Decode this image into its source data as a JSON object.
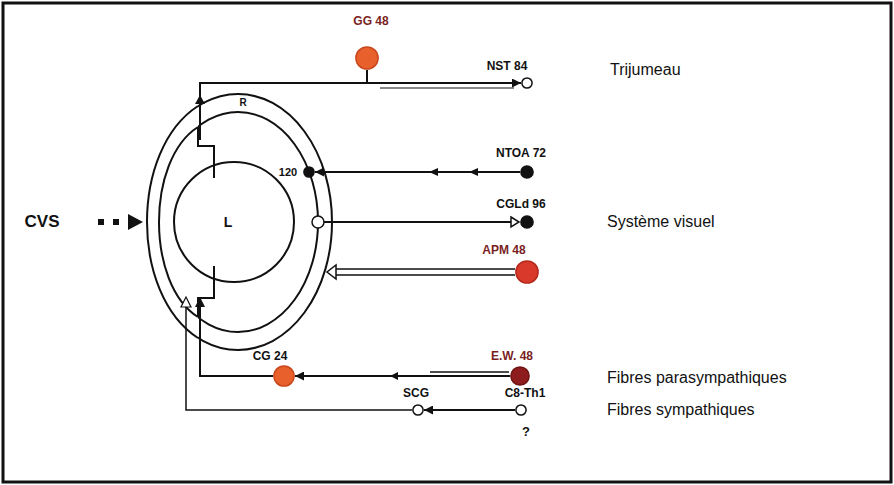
{
  "diagram": {
    "nodes": [
      {
        "text": [
          "GG 48"
        ]
      },
      {
        "text": [
          "NST 84"
        ]
      },
      {
        "text": [
          "NTOA 72"
        ]
      },
      {
        "text": [
          "120"
        ]
      },
      {
        "text": [
          "CGLd 96"
        ]
      },
      {
        "text": [
          "APM 48"
        ]
      },
      {
        "text": [
          "CG 24"
        ]
      },
      {
        "text": [
          "E.W. 48"
        ]
      },
      {
        "text": [
          "SCG"
        ]
      },
      {
        "text": [
          "C8-Th1"
        ]
      }
    ],
    "edges": [
      {
        "from": 0,
        "to": 1,
        "arrow": "to"
      },
      {
        "from": 2,
        "to": 3,
        "arrow": "to"
      },
      {
        "from": 7,
        "to": 6,
        "arrow": "to"
      },
      {
        "from": 9,
        "to": 8,
        "arrow": "to"
      }
    ],
    "labels": [
      "Trijumeau",
      "CVS",
      "L",
      "R",
      "Système visuel",
      "Fibres parasympathiques",
      "Fibres sympathiques",
      "?"
    ]
  }
}
